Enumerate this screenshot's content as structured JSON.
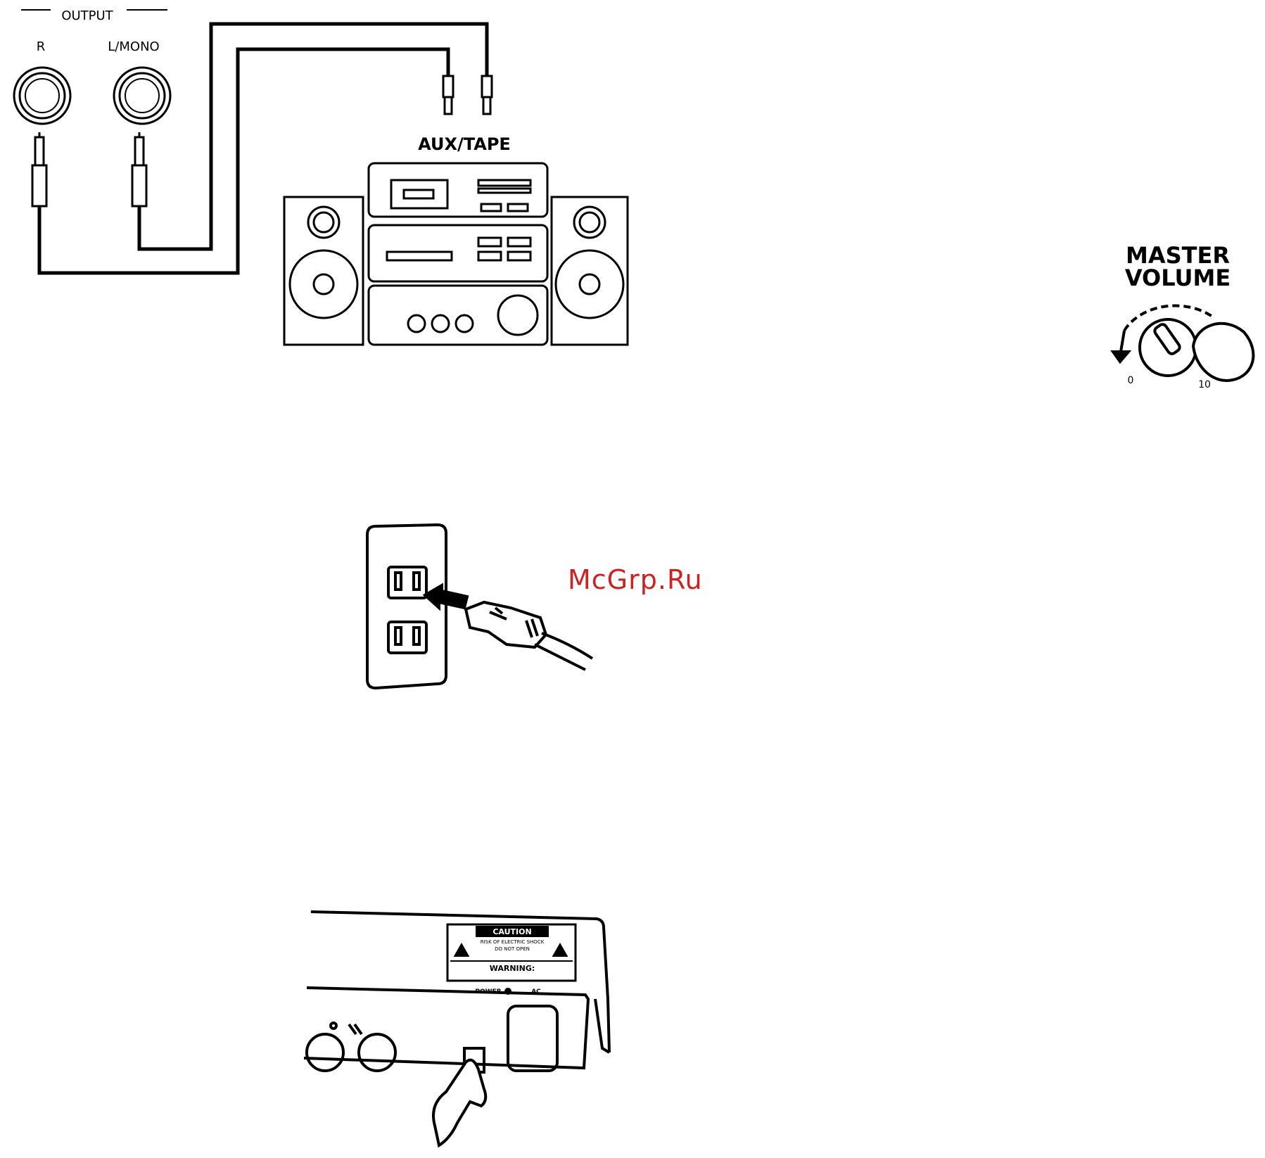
{
  "connection_diagram": {
    "output_group_label": "OUTPUT",
    "jack_r_label": "R",
    "jack_l_mono_label": "L/MONO",
    "aux_tape_label": "AUX/TAPE"
  },
  "master_volume": {
    "title_line1": "MASTER",
    "title_line2": "VOLUME",
    "scale_min": "0",
    "scale_max": "10"
  },
  "power_panel": {
    "caution_title": "CAUTION",
    "caution_line1": "RISK OF ELECTRIC SHOCK",
    "caution_line2": "DO NOT OPEN",
    "warning_title": "WARNING:",
    "power_label": "POWER",
    "ac_label": "AC"
  },
  "watermark": "McGrp.Ru",
  "colors": {
    "line": "#000000",
    "watermark": "#cc2222"
  }
}
